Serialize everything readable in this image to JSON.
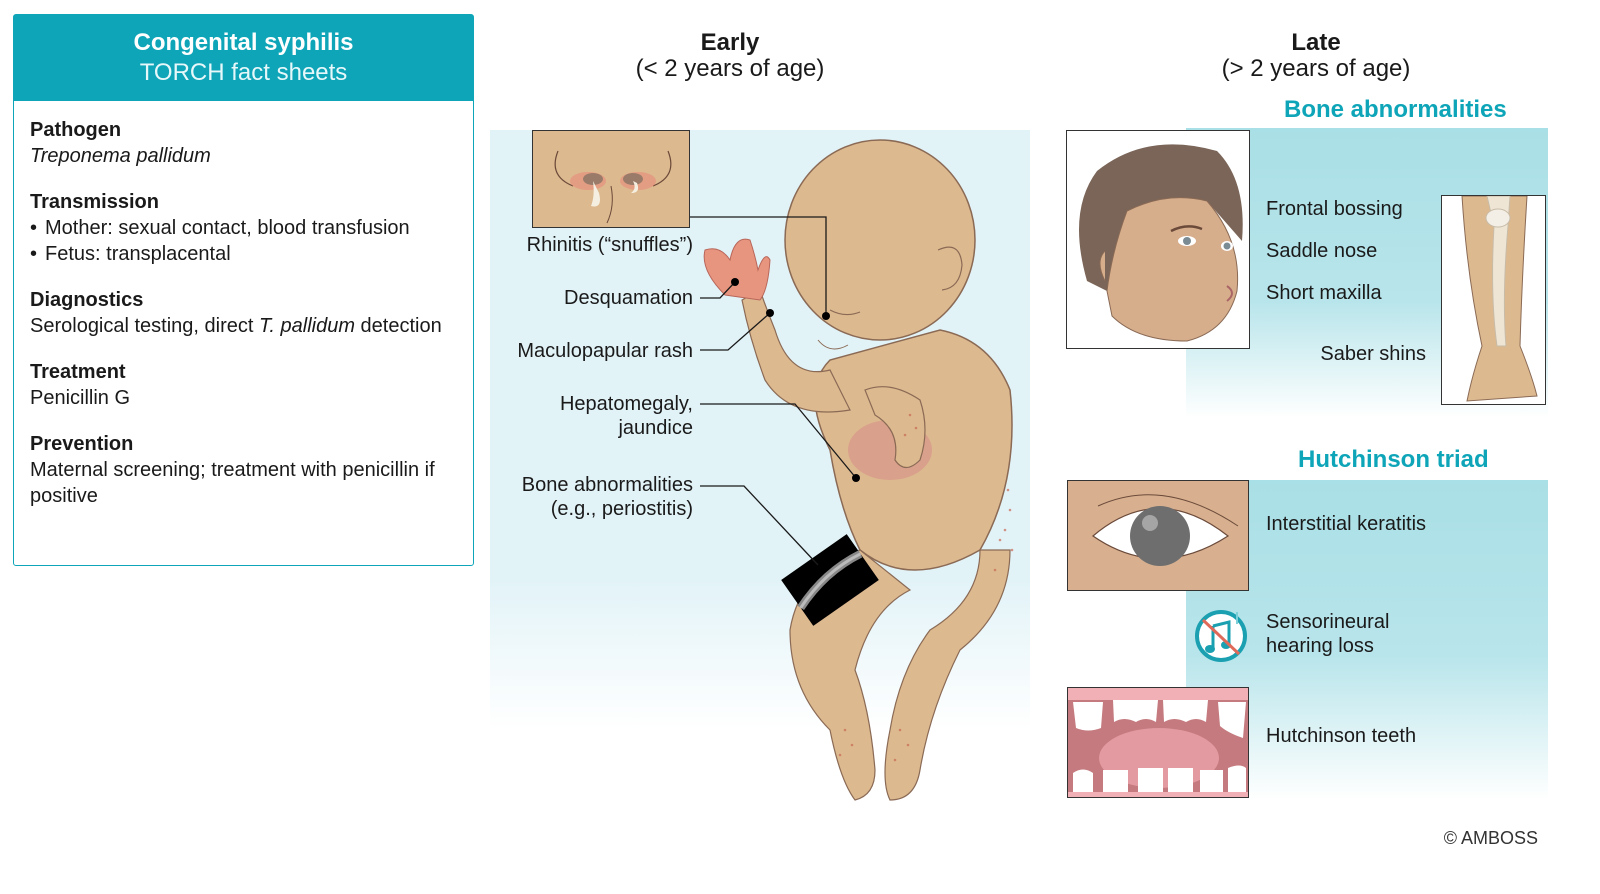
{
  "fact_sheet": {
    "title": "Congenital syphilis",
    "subtitle": "TORCH fact sheets",
    "header_color": "#0ea5b8",
    "sections": [
      {
        "title": "Pathogen",
        "text_italic": "Treponema pallidum"
      },
      {
        "title": "Transmission",
        "bullets": [
          "Mother: sexual contact, blood transfusion",
          "Fetus: transplacental"
        ]
      },
      {
        "title": "Diagnostics",
        "text_before": "Serological testing, direct ",
        "text_italic": "T. pallidum",
        "text_after": " detection"
      },
      {
        "title": "Treatment",
        "text": "Penicillin G"
      },
      {
        "title": "Prevention",
        "text": "Maternal screening; treatment with penicillin if positive"
      }
    ]
  },
  "early": {
    "title": "Early",
    "subtitle": "(< 2 years of age)",
    "labels": {
      "rhinitis": "Rhinitis (“snuffles”)",
      "desquamation": "Desquamation",
      "rash": "Maculopapular rash",
      "hepato_1": "Hepatomegaly,",
      "hepato_2": "jaundice",
      "bone_1": "Bone abnormalities",
      "bone_2": "(e.g., periostitis)"
    }
  },
  "late": {
    "title": "Late",
    "subtitle": "(> 2 years of age)",
    "bone_heading": "Bone abnormalities",
    "bone_labels": {
      "frontal": "Frontal bossing",
      "saddle": "Saddle nose",
      "maxilla": "Short maxilla",
      "saber": "Saber shins"
    },
    "triad_heading": "Hutchinson triad",
    "triad_labels": {
      "keratitis": "Interstitial keratitis",
      "hearing_1": "Sensorineural",
      "hearing_2": "hearing loss",
      "teeth": "Hutchinson teeth"
    }
  },
  "colors": {
    "accent": "#0ea5b8",
    "skin": "#ddb98f",
    "early_bg": "#e2f3f8",
    "late_bg": "#a9dfe6"
  },
  "copyright": "© AMBOSS"
}
